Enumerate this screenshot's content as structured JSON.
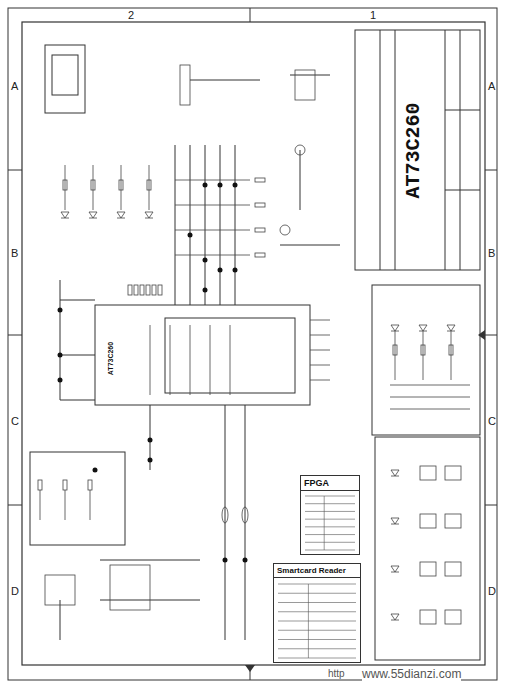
{
  "diagram": {
    "nodes": [
      {
        "text": [
          "AT73C260"
        ]
      },
      {
        "text": [
          "AT73C260"
        ]
      },
      {
        "text": [
          "FPGA"
        ]
      },
      {
        "text": [
          "Smartcard Reader"
        ]
      }
    ],
    "labels": [
      "2",
      "1",
      "A",
      "B",
      "C",
      "D",
      "A",
      "B",
      "C",
      "D",
      "http",
      "www.55dianzi.com"
    ]
  }
}
